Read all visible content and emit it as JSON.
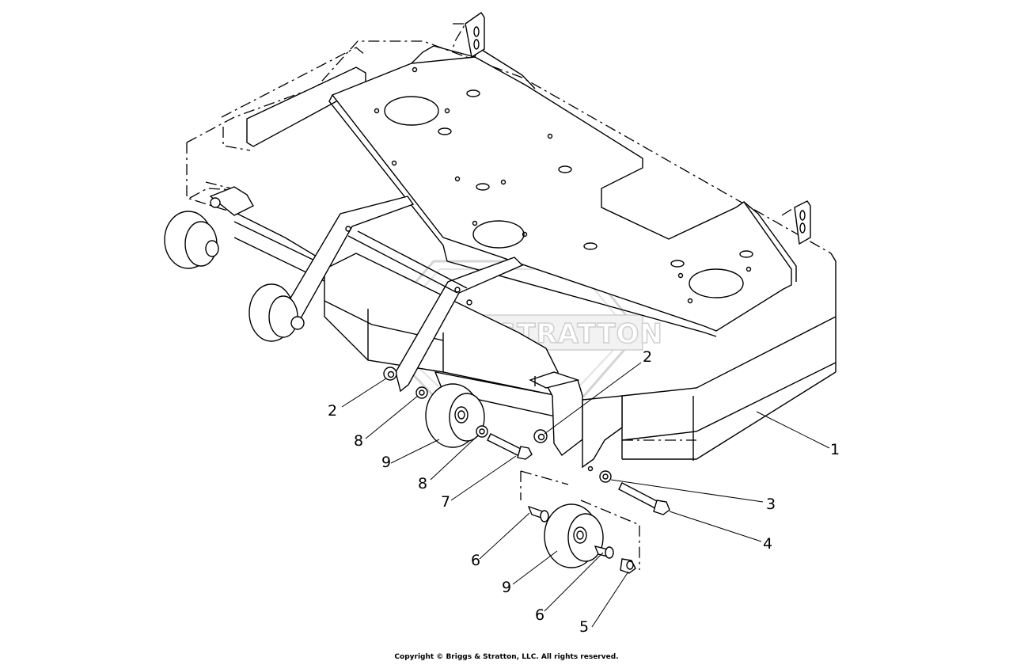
{
  "watermark": {
    "text": "BRIGGS&STRATTON"
  },
  "callouts": [
    {
      "id": "1",
      "label": "1"
    },
    {
      "id": "2a",
      "label": "2"
    },
    {
      "id": "2b",
      "label": "2"
    },
    {
      "id": "3",
      "label": "3"
    },
    {
      "id": "4",
      "label": "4"
    },
    {
      "id": "5",
      "label": "5"
    },
    {
      "id": "6a",
      "label": "6"
    },
    {
      "id": "6b",
      "label": "6"
    },
    {
      "id": "7",
      "label": "7"
    },
    {
      "id": "8a",
      "label": "8"
    },
    {
      "id": "8b",
      "label": "8"
    },
    {
      "id": "9a",
      "label": "9"
    },
    {
      "id": "9b",
      "label": "9"
    }
  ],
  "footer": {
    "copyright": "Copyright © Briggs & Stratton, LLC. All rights reserved."
  }
}
